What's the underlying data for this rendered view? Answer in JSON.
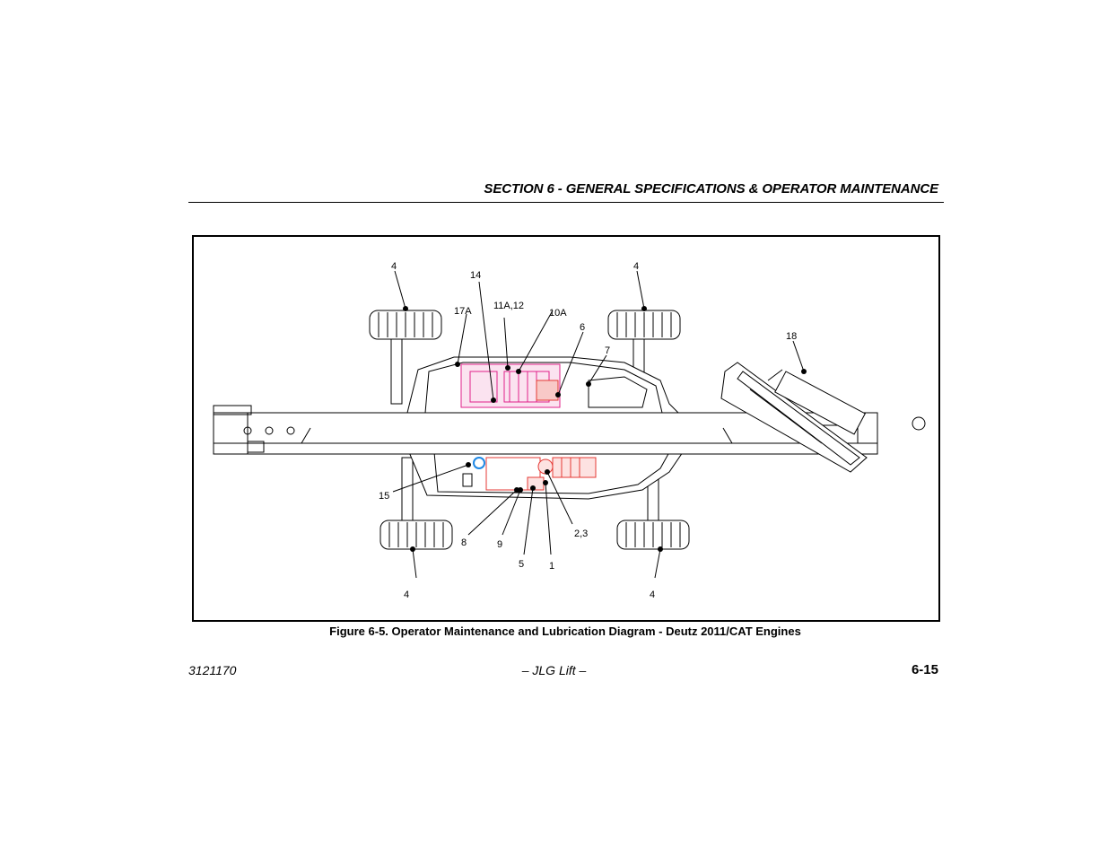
{
  "header": {
    "section_title": "SECTION 6 - GENERAL SPECIFICATIONS & OPERATOR MAINTENANCE"
  },
  "figure": {
    "caption": "Figure 6-5. Operator Maintenance and Lubrication Diagram - Deutz 2011/CAT Engines",
    "callouts": {
      "c_4_tl": "4",
      "c_4_tr": "4",
      "c_4_bl": "4",
      "c_4_br": "4",
      "c_14": "14",
      "c_17a": "17A",
      "c_11a12": "11A,12",
      "c_10a": "10A",
      "c_6": "6",
      "c_7": "7",
      "c_18": "18",
      "c_15": "15",
      "c_8": "8",
      "c_9": "9",
      "c_5": "5",
      "c_1": "1",
      "c_23": "2,3"
    },
    "colors": {
      "engine_highlight": "#e0218a",
      "hydraulic_highlight": "#e53935",
      "filter_highlight": "#1e88e5",
      "line": "#000000"
    }
  },
  "footer": {
    "doc_number": "3121170",
    "center": "– JLG Lift –",
    "page": "6-15"
  }
}
